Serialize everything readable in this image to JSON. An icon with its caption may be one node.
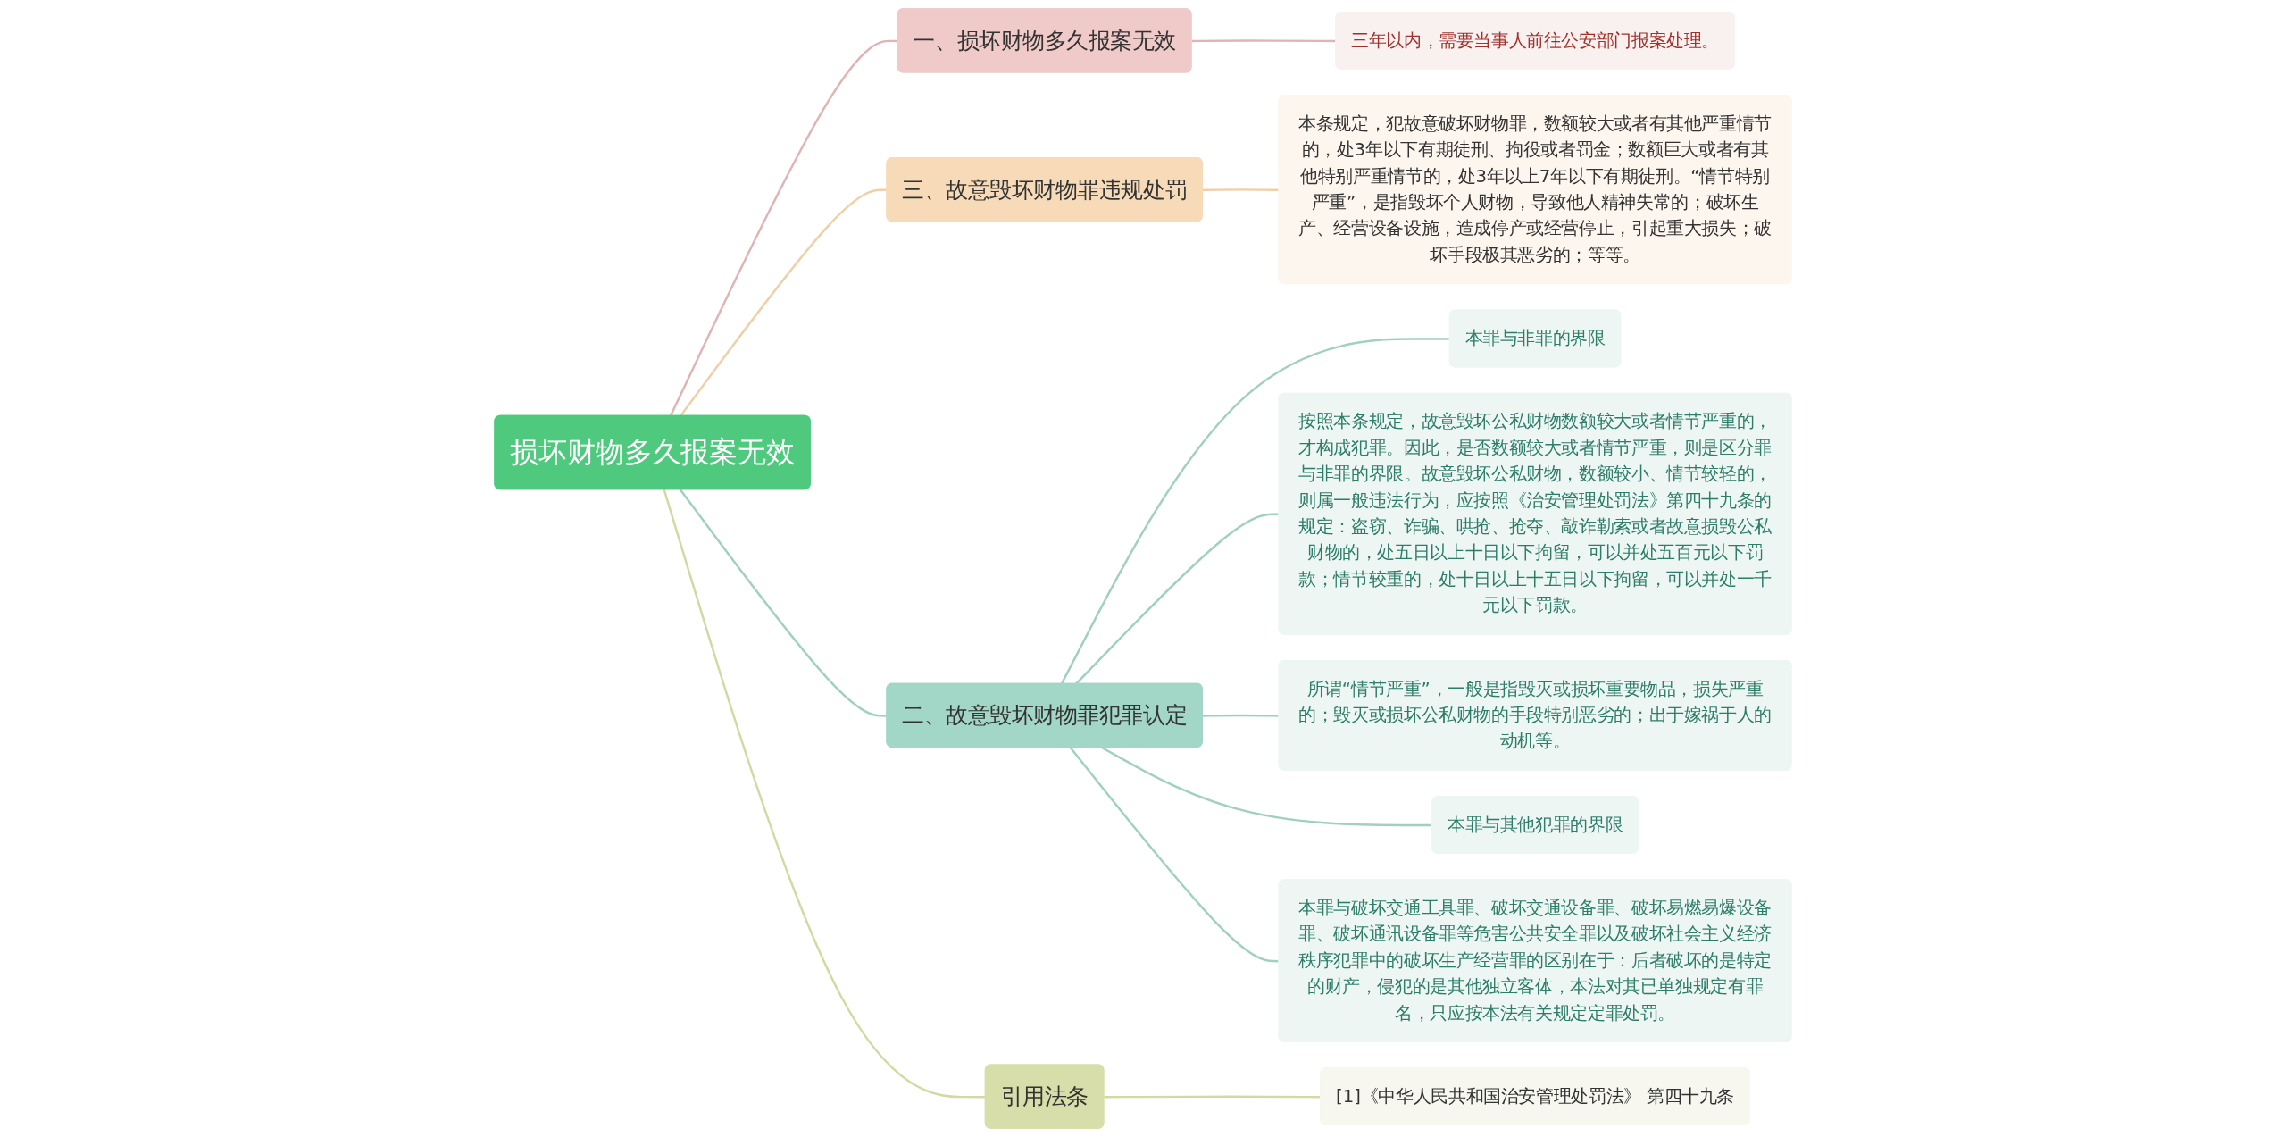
{
  "diagram": {
    "nodes": [
      {
        "text": [
          "损坏财物多久报案无效"
        ]
      },
      {
        "text": [
          "一、损坏财物多久报案无效"
        ]
      },
      {
        "text": [
          "三年以内，需要当事人前往公安部门报案处理。"
        ]
      },
      {
        "text": [
          "三、故意毁坏财物罪违规处罚"
        ]
      },
      {
        "text": [
          "本条规定，犯故意破坏财物罪，数额较大或者有其他严重情节的，处3年以下有期徒刑、拘役或者罚金；数额巨大或者有其他特别严重情节的，处3年以上7年以下有期徒刑。“情节特别严重”，是指毁坏个人财物，导致他人精神失常的；破坏生产、经营设备设施，造成停产或经营停止，引起重大损失；破坏手段极其恶劣的；等等。"
        ]
      },
      {
        "text": [
          "二、故意毁坏财物罪犯罪认定"
        ]
      },
      {
        "text": [
          "本罪与非罪的界限"
        ]
      },
      {
        "text": [
          "按照本条规定，故意毁坏公私财物数额较大或者情节严重的，才构成犯罪。因此，是否数额较大或者情节严重，则是区分罪与非罪的界限。故意毁坏公私财物，数额较小、情节较轻的，则属一般违法行为，应按照《治安管理处罚法》第四十九条的规定：盗窃、诈骗、哄抢、抢夺、敲诈勒索或者故意损毁公私财物的，处五日以上十日以下拘留，可以并处五百元以下罚款；情节较重的，处十日以上十五日以下拘留，可以并处一千元以下罚款。"
        ]
      },
      {
        "text": [
          "所谓“情节严重”，一般是指毁灭或损坏重要物品，损失严重的；毁灭或损坏公私财物的手段特别恶劣的；出于嫁祸于人的动机等。"
        ]
      },
      {
        "text": [
          "本罪与其他犯罪的界限"
        ]
      },
      {
        "text": [
          "本罪与破坏交通工具罪、破坏交通设备罪、破坏易燃易爆设备罪、破坏通讯设备罪等危害公共安全罪以及破坏社会主义经济秩序犯罪中的破坏生产经营罪的区别在于：后者破坏的是特定的财产，侵犯的是其他独立客体，本法对其已单独规定有罪名，只应按本法有关规定定罪处罚。"
        ]
      },
      {
        "text": [
          "引用法条"
        ]
      },
      {
        "text": [
          "[1]《中华人民共和国治安管理处罚法》 第四十九条"
        ]
      }
    ],
    "edges": [
      {
        "from": 0,
        "to": 1,
        "arrow": "none",
        "color": "#e0b4b4"
      },
      {
        "from": 1,
        "to": 2,
        "arrow": "none",
        "color": "#e0b4b4"
      },
      {
        "from": 0,
        "to": 3,
        "arrow": "none",
        "color": "#f0cfa6"
      },
      {
        "from": 3,
        "to": 4,
        "arrow": "none",
        "color": "#f0cfa6"
      },
      {
        "from": 0,
        "to": 5,
        "arrow": "none"
      },
      {
        "from": 5,
        "to": 6,
        "arrow": "none"
      },
      {
        "from": 5,
        "to": 7,
        "arrow": "none"
      },
      {
        "from": 5,
        "to": 8,
        "arrow": "none"
      },
      {
        "from": 5,
        "to": 9,
        "arrow": "none"
      },
      {
        "from": 5,
        "to": 10,
        "arrow": "none"
      },
      {
        "from": 0,
        "to": 11,
        "arrow": "none",
        "color": "#d3d9a0"
      },
      {
        "from": 11,
        "to": 12,
        "arrow": "none",
        "color": "#d3d9a0"
      }
    ]
  }
}
